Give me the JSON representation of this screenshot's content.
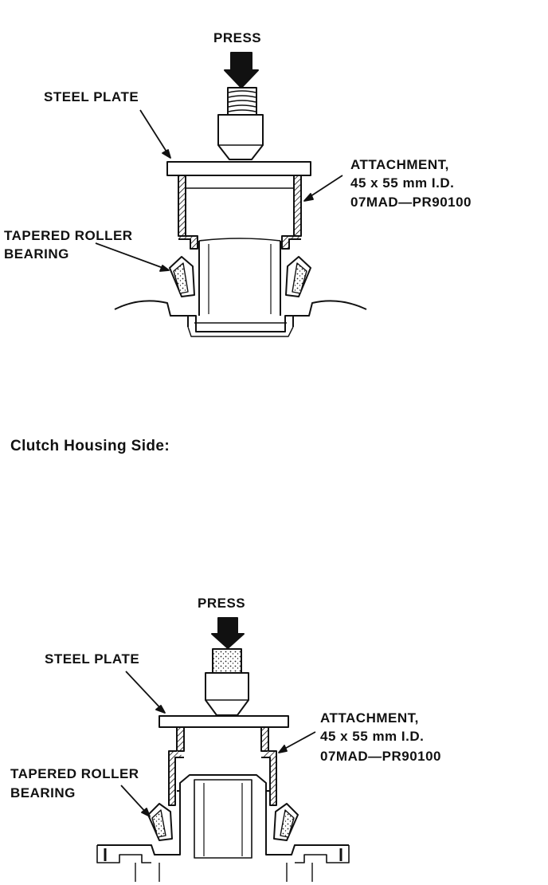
{
  "diagram_top": {
    "press_label": "PRESS",
    "steel_plate_label": "STEEL PLATE",
    "attachment_label": [
      "ATTACHMENT,",
      "45 x 55 mm I.D.",
      "07MAD—PR90100"
    ],
    "bearing_label": [
      "TAPERED ROLLER",
      "BEARING"
    ]
  },
  "section_heading": "Clutch Housing Side:",
  "diagram_bottom": {
    "press_label": "PRESS",
    "steel_plate_label": "STEEL PLATE",
    "attachment_label": [
      "ATTACHMENT,",
      "45 x 55 mm I.D.",
      "07MAD—PR90100"
    ],
    "bearing_label": [
      "TAPERED ROLLER",
      "BEARING"
    ]
  }
}
